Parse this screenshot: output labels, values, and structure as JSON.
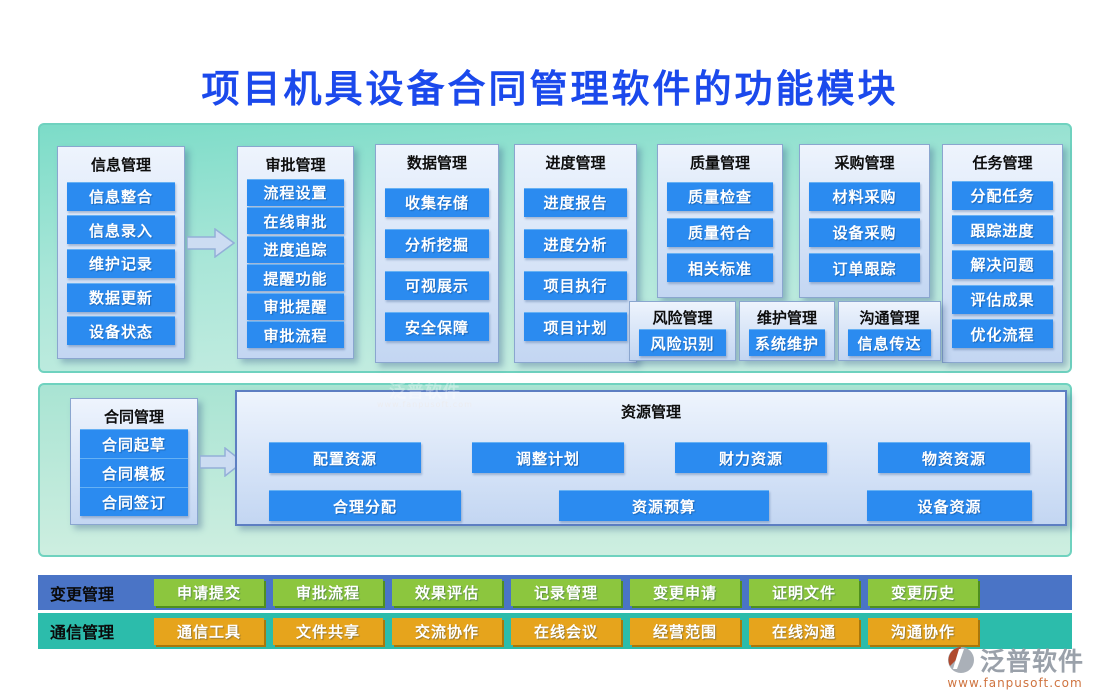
{
  "title": "项目机具设备合同管理软件的功能模块",
  "colors": {
    "title_blue": "#1b49ec",
    "chip_blue": "#2b8bf0",
    "panel_teal": "#7cdcc8",
    "bar_blue": "#4a74c6",
    "bar_teal": "#2cbcab",
    "btn_green": "#8cc63e",
    "btn_orange": "#e6a41c"
  },
  "panel1": {
    "columns": {
      "info": {
        "header": "信息管理",
        "items": [
          "信息整合",
          "信息录入",
          "维护记录",
          "数据更新",
          "设备状态"
        ]
      },
      "approval": {
        "header": "审批管理",
        "items": [
          "流程设置",
          "在线审批",
          "进度追踪",
          "提醒功能",
          "审批提醒",
          "审批流程"
        ]
      },
      "data": {
        "header": "数据管理",
        "items": [
          "收集存储",
          "分析挖掘",
          "可视展示",
          "安全保障"
        ]
      },
      "progress": {
        "header": "进度管理",
        "items": [
          "进度报告",
          "进度分析",
          "项目执行",
          "项目计划"
        ]
      },
      "quality": {
        "header": "质量管理",
        "items": [
          "质量检查",
          "质量符合",
          "相关标准"
        ]
      },
      "procurement": {
        "header": "采购管理",
        "items": [
          "材料采购",
          "设备采购",
          "订单跟踪"
        ]
      },
      "task": {
        "header": "任务管理",
        "items": [
          "分配任务",
          "跟踪进度",
          "解决问题",
          "评估成果",
          "优化流程"
        ]
      },
      "risk": {
        "header": "风险管理",
        "items": [
          "风险识别"
        ]
      },
      "maintenance": {
        "header": "维护管理",
        "items": [
          "系统维护"
        ]
      },
      "communication": {
        "header": "沟通管理",
        "items": [
          "信息传达"
        ]
      }
    }
  },
  "panel2": {
    "contract": {
      "header": "合同管理",
      "items": [
        "合同起草",
        "合同模板",
        "合同签订"
      ]
    },
    "resource": {
      "header": "资源管理",
      "row1": [
        "配置资源",
        "调整计划",
        "财力资源",
        "物资资源"
      ],
      "row2": [
        "合理分配",
        "资源预算",
        "设备资源"
      ]
    }
  },
  "bars": {
    "change": {
      "label": "变更管理",
      "items": [
        "申请提交",
        "审批流程",
        "效果评估",
        "记录管理",
        "变更申请",
        "证明文件",
        "变更历史"
      ]
    },
    "comm": {
      "label": "通信管理",
      "items": [
        "通信工具",
        "文件共享",
        "交流协作",
        "在线会议",
        "经营范围",
        "在线沟通",
        "沟通协作"
      ]
    }
  },
  "brand": {
    "name": "泛普软件",
    "url": "www.fanpusoft.com"
  }
}
